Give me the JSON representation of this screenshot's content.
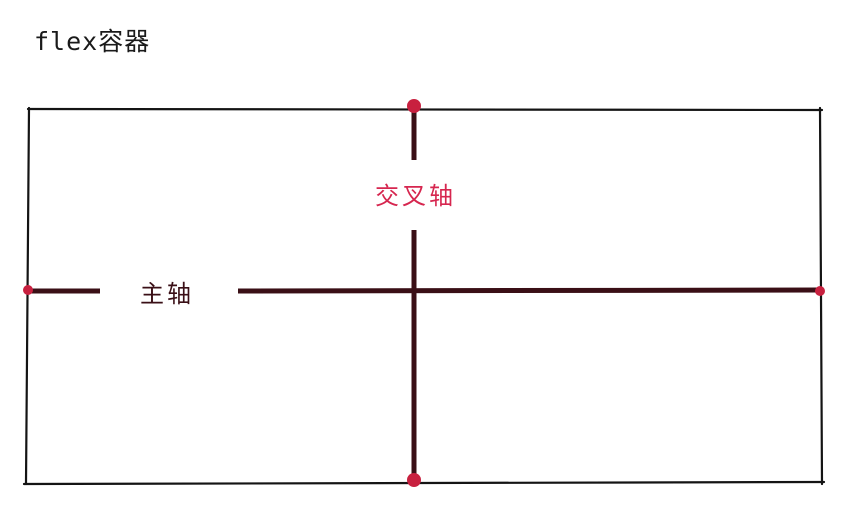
{
  "title": "flex容器",
  "main_axis": {
    "label": "主轴",
    "color": "#3a0f16",
    "label_color": "#3a0f16"
  },
  "cross_axis": {
    "label": "交叉轴",
    "color": "#3a0f16",
    "label_color": "#d6264f"
  },
  "container": {
    "border_color": "#141414"
  },
  "endpoint_color": "#c8203f"
}
